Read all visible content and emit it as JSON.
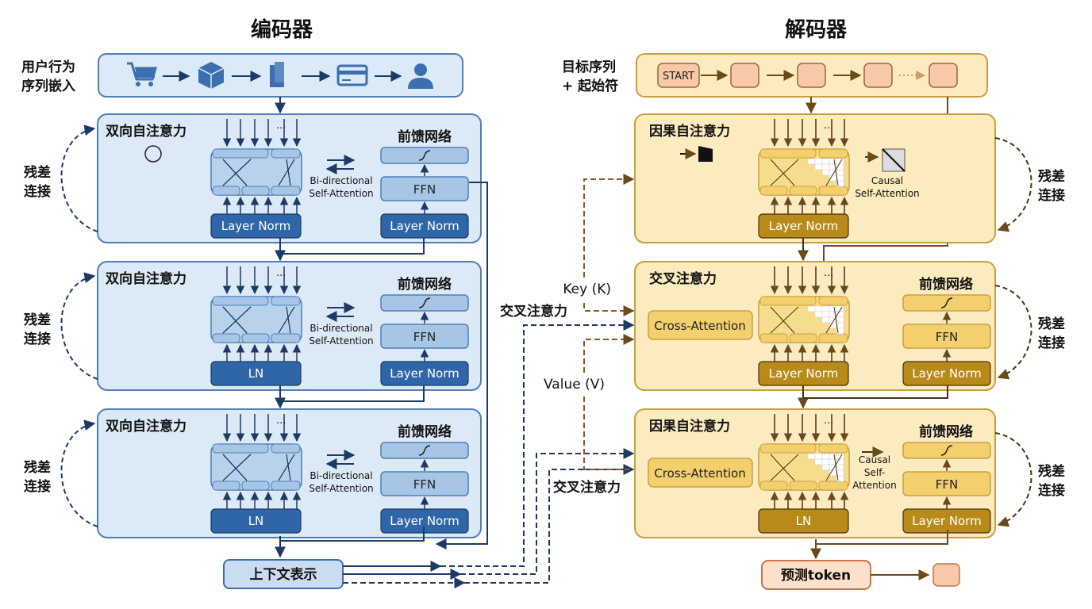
{
  "colors": {
    "enc_fill": "#dce9f6",
    "enc_stroke": "#4f7fb8",
    "enc_dark": "#2f66a8",
    "enc_mid": "#a7c6e6",
    "enc_line": "#1d3a66",
    "dec_fill": "#fbebbf",
    "dec_stroke": "#c9a040",
    "dec_dark": "#b88a1a",
    "dec_mid": "#f3cf6e",
    "dec_line": "#6b4a1a",
    "token_fill": "#f7c9a8",
    "token_stroke": "#c9744a"
  },
  "encoder": {
    "title": "编码器",
    "input_label_1": "用户行为",
    "input_label_2": "序列嵌入",
    "input_icons": [
      "cart-icon",
      "package-icon",
      "document-icon",
      "credit-card-icon",
      "user-icon"
    ],
    "blocks": [
      {
        "title": "双向自注意力",
        "ffn_title": "前馈网络",
        "attn_caption_1": "Bi-directional",
        "attn_caption_2": "Self-Attention",
        "norm_left": "Layer Norm",
        "ffn": "FFN",
        "norm_right": "Layer Norm",
        "residual_1": "残差",
        "residual_2": "连接",
        "dots": "..."
      },
      {
        "title": "双向自注意力",
        "ffn_title": "前馈网络",
        "attn_caption_1": "Bi-directional",
        "attn_caption_2": "Self-Attention",
        "norm_left": "LN",
        "ffn": "FFN",
        "norm_right": "Layer Norm",
        "residual_1": "残差",
        "residual_2": "连接",
        "dots": "..."
      },
      {
        "title": "双向自注意力",
        "ffn_title": "前馈网络",
        "attn_caption_1": "Bi-directional",
        "attn_caption_2": "Self-Attention",
        "norm_left": "LN",
        "ffn": "FFN",
        "norm_right": "Layer Norm",
        "residual_1": "残差",
        "residual_2": "连接",
        "dots": "..."
      }
    ],
    "output": "上下文表示"
  },
  "decoder": {
    "title": "解码器",
    "input_label_1": "目标序列",
    "input_label_2": "+ 起始符",
    "start_token": "START",
    "blocks": [
      {
        "title": "因果自注意力",
        "caption_1": "Causal",
        "caption_2": "Self-Attention",
        "norm_left": "Layer Norm",
        "residual_1": "残差",
        "residual_2": "连接",
        "dots": "..."
      },
      {
        "title": "交叉注意力",
        "cross": "Cross-Attention",
        "ffn_title": "前馈网络",
        "norm_left": "Layer Norm",
        "ffn": "FFN",
        "norm_right": "Layer Norm",
        "residual_1": "残差",
        "residual_2": "连接",
        "dots": "..."
      },
      {
        "title": "因果自注意力",
        "cross": "Cross-Attention",
        "caption_1": "Causal",
        "caption_2": "Self-",
        "caption_3": "Attention",
        "ffn_title": "前馈网络",
        "norm_left": "LN",
        "ffn": "FFN",
        "norm_right": "Layer Norm",
        "residual_1": "残差",
        "residual_2": "连接",
        "dots": "..."
      }
    ],
    "output": "预测token"
  },
  "connections": {
    "key_label": "Key (K)",
    "value_label": "Value (V)",
    "cross_label_1": "交叉注意力",
    "cross_label_2": "交叉注意力"
  }
}
